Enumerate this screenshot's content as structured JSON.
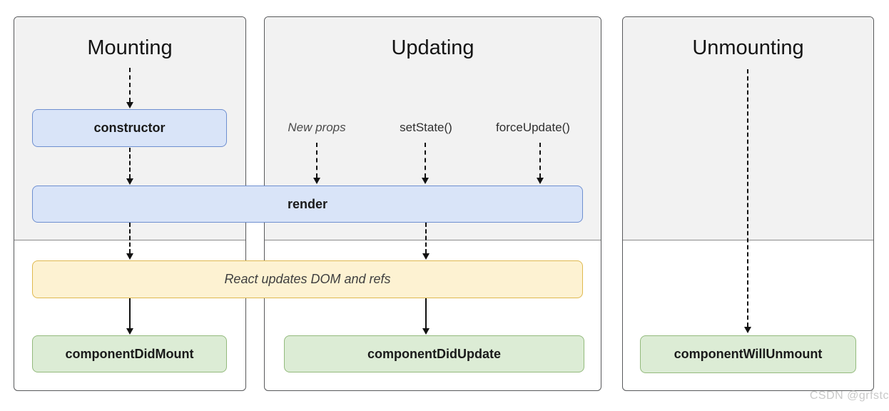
{
  "panels": {
    "mounting": {
      "title": "Mounting"
    },
    "updating": {
      "title": "Updating",
      "triggers": [
        "New props",
        "setState()",
        "forceUpdate()"
      ]
    },
    "unmounting": {
      "title": "Unmounting"
    }
  },
  "boxes": {
    "constructor": "constructor",
    "render": "render",
    "react_updates": "React updates DOM and refs",
    "component_did_mount": "componentDidMount",
    "component_did_update": "componentDidUpdate",
    "component_will_unmount": "componentWillUnmount"
  },
  "watermark": "CSDN @grfstc",
  "colors": {
    "panel_background": "#f2f2f2",
    "panel_border": "#58595b",
    "blue_fill": "#d9e4f8",
    "blue_border": "#6e8fd0",
    "yellow_fill": "#fdf2d2",
    "yellow_border": "#dfb94f",
    "green_fill": "#dcecd5",
    "green_border": "#93ba7c",
    "arrow": "#111111",
    "watermark_text": "#c9c9c9"
  }
}
